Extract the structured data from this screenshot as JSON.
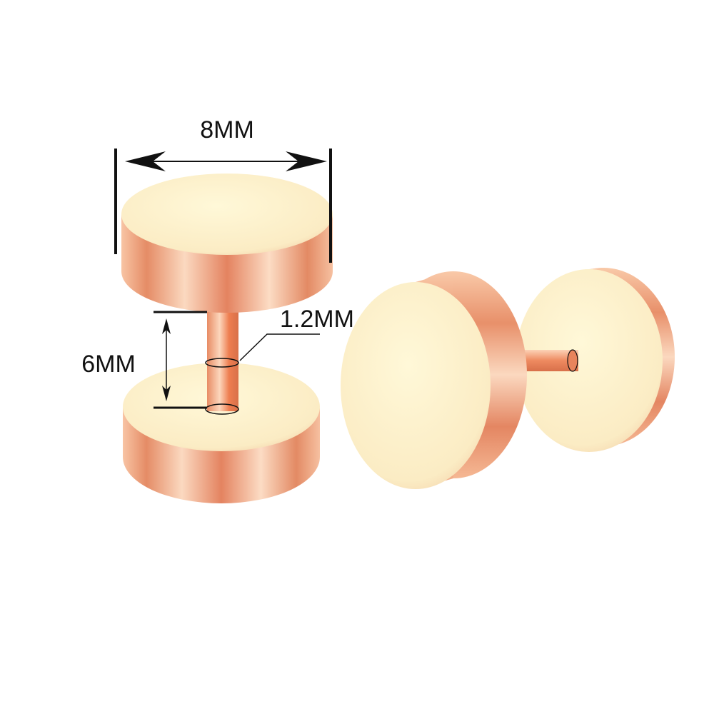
{
  "dimensions": {
    "diameter": "8MM",
    "post_length": "6MM",
    "post_gauge": "1.2MM"
  },
  "colors": {
    "face": "#fdf0c8",
    "rim_light": "#f8c8a8",
    "rim_dark": "#e0805a",
    "post": "#f08050",
    "ink": "#111111"
  }
}
